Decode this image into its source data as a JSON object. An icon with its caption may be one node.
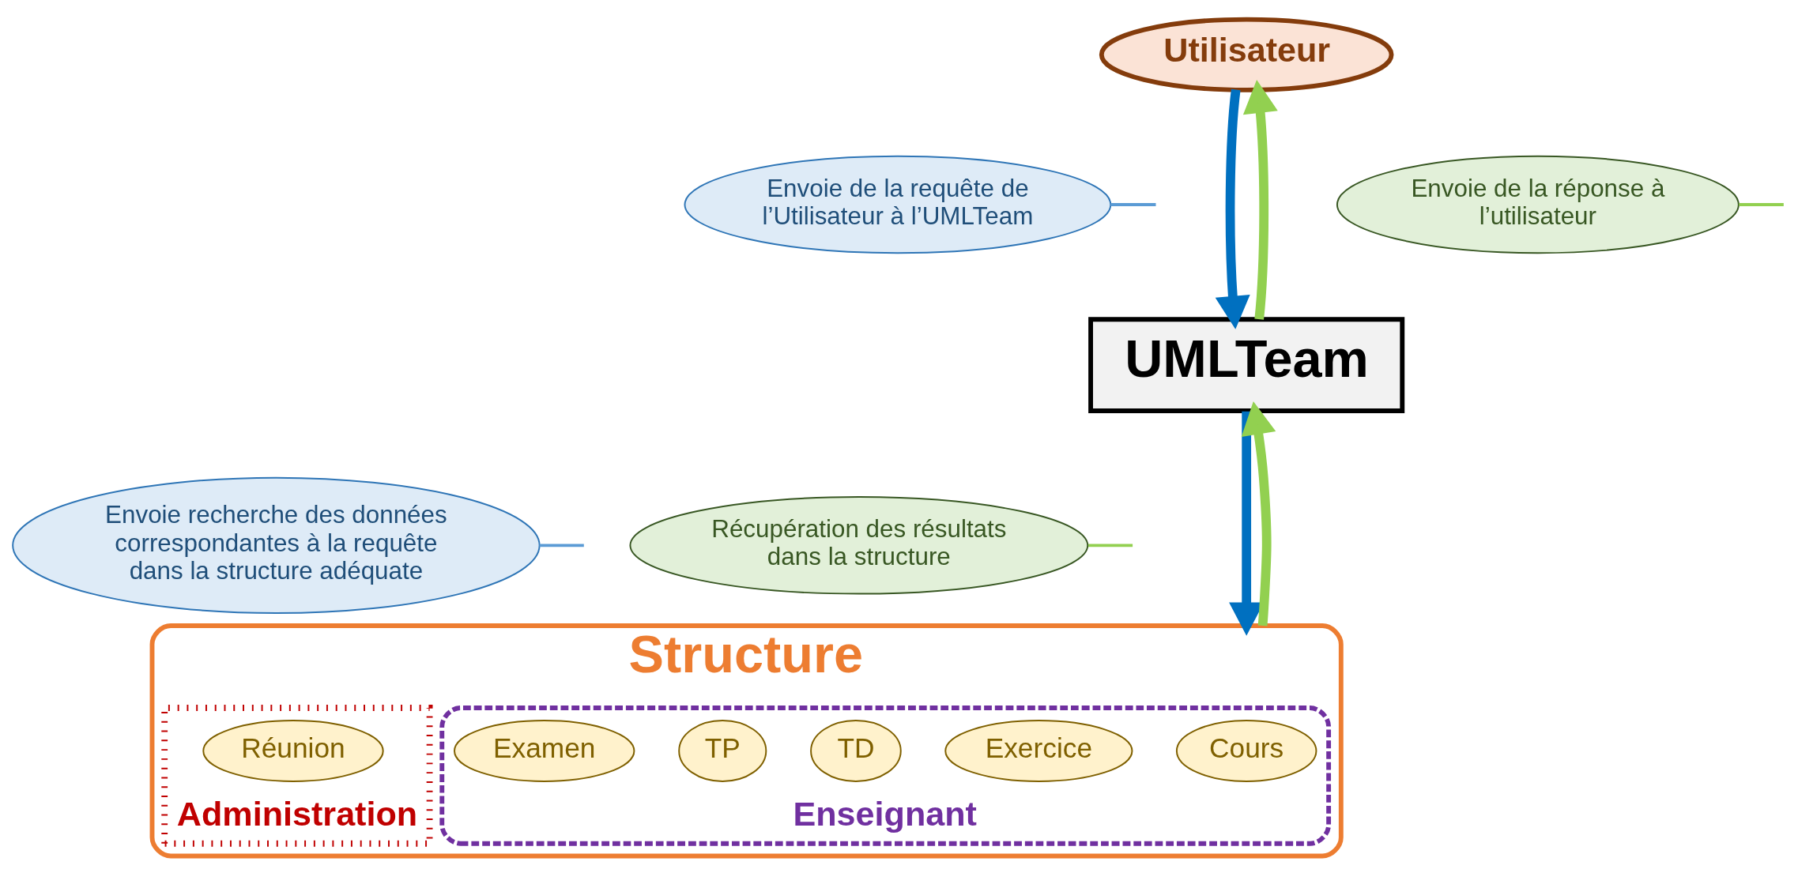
{
  "diagram": {
    "nodes": [
      {
        "text": [
          "Utilisateur"
        ]
      },
      {
        "text": [
          "Envoie de la requête de l’Utilisateur à l’UMLTeam"
        ]
      },
      {
        "text": [
          "UMLTeam"
        ]
      },
      {
        "text": [
          "Envoie de la réponse à l’utilisateur"
        ]
      },
      {
        "text": [
          "Envoie recherche des données correspondantes à la requête dans la structure adéquate"
        ]
      },
      {
        "text": [
          "Récupération des résultats dans la structure"
        ]
      },
      {
        "text": [
          "Structure"
        ]
      },
      {
        "text": [
          "Enseignant"
        ],
        "in": 6
      },
      {
        "text": [
          "Cours"
        ],
        "in": 7
      },
      {
        "text": [
          "Exercice"
        ],
        "in": 7
      },
      {
        "text": [
          "TD"
        ],
        "in": 7
      },
      {
        "text": [
          "TP"
        ],
        "in": 7
      },
      {
        "text": [
          "Examen"
        ],
        "in": 7
      },
      {
        "text": [
          "Administration"
        ],
        "in": 6
      },
      {
        "text": [
          "Réunion"
        ],
        "in": 13
      }
    ],
    "edges": [
      {
        "from": 0,
        "to": 2,
        "arrow": "to",
        "style": "thick",
        "color": "#0070c0"
      },
      {
        "from": 2,
        "to": 0,
        "arrow": "to",
        "style": "thick",
        "color": "#92d050"
      },
      {
        "from": 2,
        "to": 6,
        "arrow": "to",
        "style": "thick",
        "color": "#0070c0"
      },
      {
        "from": 6,
        "to": 2,
        "arrow": "to",
        "style": "thick",
        "color": "#92d050"
      },
      {
        "from": 1,
        "to": null,
        "arrow": "none",
        "color": "#5b9bd5"
      },
      {
        "from": 3,
        "to": null,
        "arrow": "none",
        "color": "#92d050"
      },
      {
        "from": 4,
        "to": null,
        "arrow": "none",
        "color": "#5b9bd5"
      },
      {
        "from": 5,
        "to": null,
        "arrow": "none",
        "color": "#92d050"
      }
    ]
  }
}
